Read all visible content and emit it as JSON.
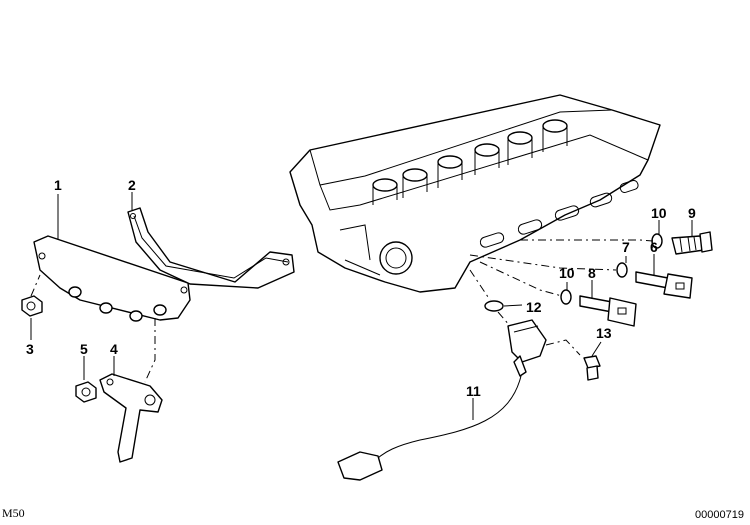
{
  "callouts": [
    "1",
    "2",
    "3",
    "4",
    "5",
    "6",
    "7",
    "8",
    "9",
    "10",
    "10",
    "11",
    "12",
    "13"
  ],
  "footer": {
    "model": "M50",
    "diagram_id": "00000719"
  }
}
